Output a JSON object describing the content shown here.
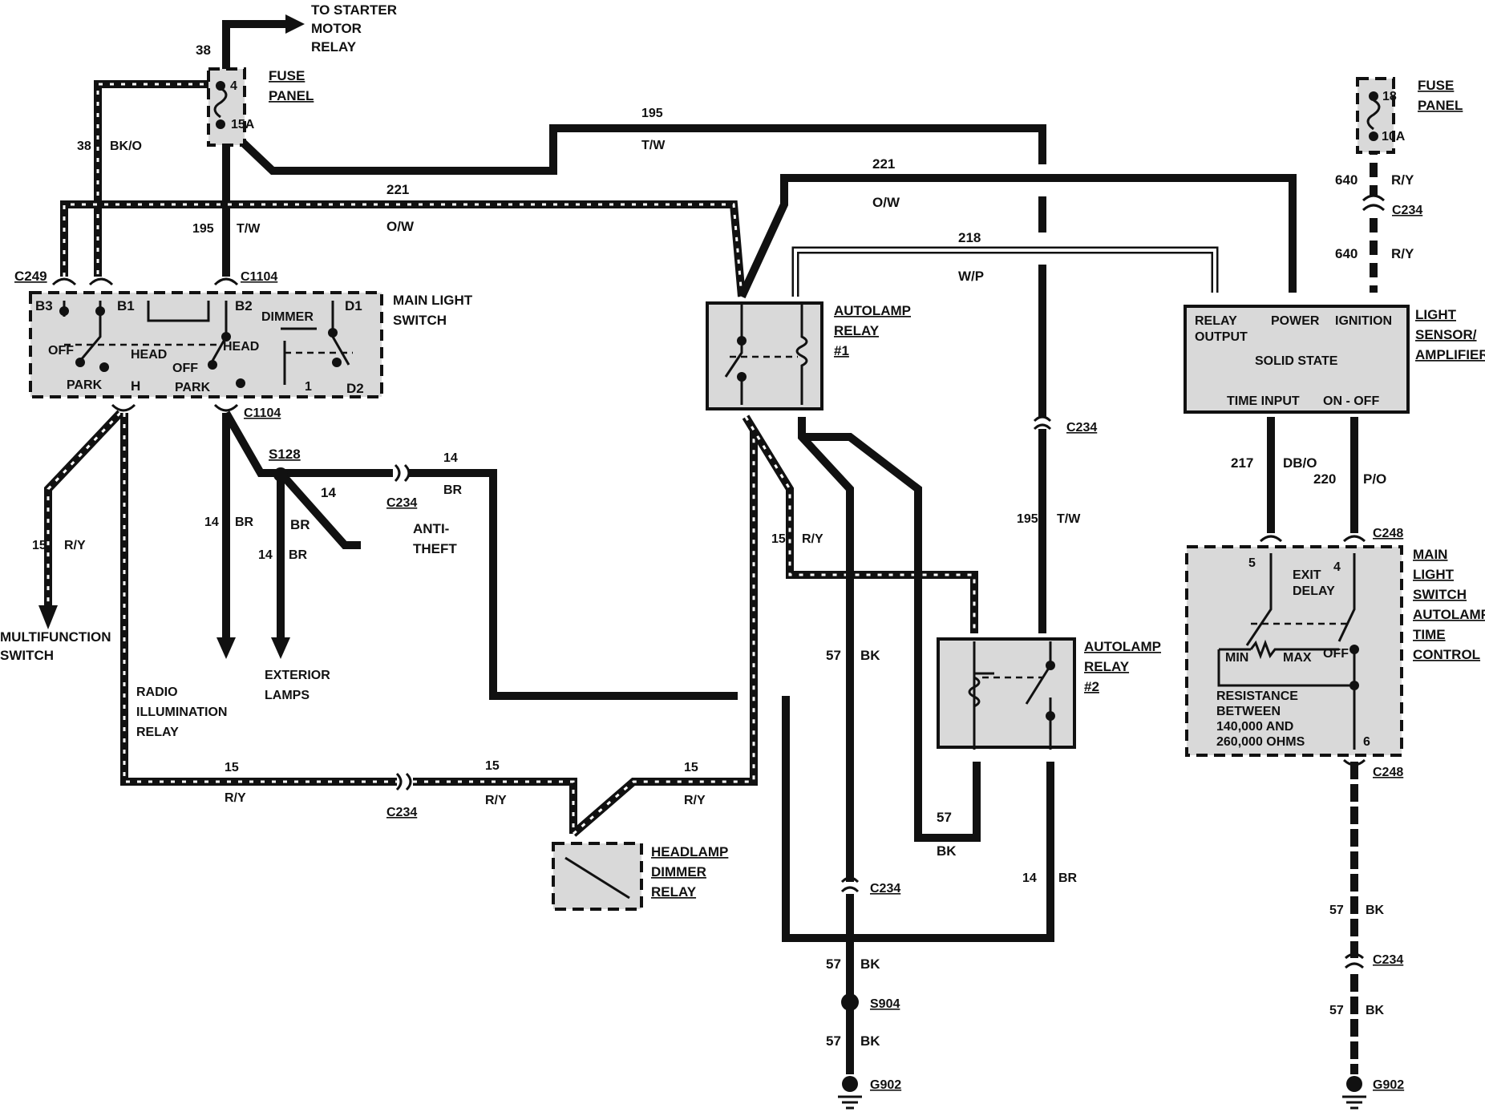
{
  "labels": {
    "to_starter": [
      "TO STARTER",
      "MOTOR",
      "RELAY"
    ],
    "fuse_panel_left": [
      "FUSE",
      "PANEL"
    ],
    "fuse_panel_right": [
      "FUSE",
      "PANEL"
    ],
    "fuse_left_cavity": "4",
    "fuse_left_rating": "15A",
    "fuse_right_cavity": "18",
    "fuse_right_rating": "10A",
    "main_light_switch": [
      "MAIN LIGHT",
      "SWITCH"
    ],
    "autolamp_relay_1": [
      "AUTOLAMP",
      "RELAY",
      "#1"
    ],
    "autolamp_relay_2": [
      "AUTOLAMP",
      "RELAY",
      "#2"
    ],
    "light_sensor": [
      "LIGHT",
      "SENSOR/",
      "AMPLIFIER"
    ],
    "sensor_pins": {
      "relay_output": [
        "RELAY",
        "OUTPUT"
      ],
      "power": "POWER",
      "ignition": "IGNITION",
      "solid_state": "SOLID STATE",
      "time_input": "TIME INPUT",
      "on_off": "ON - OFF"
    },
    "time_control": [
      "MAIN",
      "LIGHT",
      "SWITCH",
      "AUTOLAMP",
      "TIME",
      "CONTROL"
    ],
    "time_control_inner": {
      "exit_delay": [
        "EXIT",
        "DELAY"
      ],
      "min": "MIN",
      "max": "MAX",
      "off": "OFF",
      "resistance": [
        "RESISTANCE",
        "BETWEEN",
        "140,000 AND",
        "260,000 OHMS"
      ],
      "pin5": "5",
      "pin4": "4",
      "pin6": "6"
    },
    "headlamp_dimmer": [
      "HEADLAMP",
      "DIMMER",
      "RELAY"
    ],
    "multifunction": [
      "MULTIFUNCTION",
      "SWITCH"
    ],
    "radio_illum": [
      "RADIO",
      "ILLUMINATION",
      "RELAY"
    ],
    "exterior_lamps": [
      "EXTERIOR",
      "LAMPS"
    ],
    "anti_theft": [
      "ANTI-",
      "THEFT"
    ],
    "switch_terms": {
      "b3": "B3",
      "b1": "B1",
      "b2": "B2",
      "d1": "D1",
      "d2": "D2",
      "dimmer": "DIMMER",
      "off1": "OFF",
      "head1": "HEAD",
      "park1": "PARK",
      "h": "H",
      "off2": "OFF",
      "head2": "HEAD",
      "park2": "PARK",
      "one": "1"
    }
  },
  "connectors": {
    "c249": "C249",
    "c1104a": "C1104",
    "c1104b": "C1104",
    "c234_a": "C234",
    "c234_b": "C234",
    "c234_c": "C234",
    "c234_d": "C234",
    "c234_e": "C234",
    "c234_f": "C234",
    "c248_a": "C248",
    "c248_b": "C248",
    "s128": "S128",
    "s904": "S904",
    "g902_a": "G902",
    "g902_b": "G902"
  },
  "wires": {
    "w38_top": "38",
    "w38_side": "38",
    "w38_color": "BK/O",
    "w195_top": "195",
    "w195_color_top": "T/W",
    "w195_left": "195",
    "w195_color_left": "T/W",
    "w221_left": "221",
    "w221_color_left": "O/W",
    "w221_right": "221",
    "w221_color_right": "O/W",
    "w218": "218",
    "w218_color": "W/P",
    "w640_a": "640",
    "w640_a_color": "R/Y",
    "w640_b": "640",
    "w640_b_color": "R/Y",
    "w217": "217",
    "w217_color": "DB/O",
    "w220": "220",
    "w220_color": "P/O",
    "w15_mf": "15",
    "w15_mf_color": "R/Y",
    "w14_a": "14",
    "w14_a_color": "BR",
    "w14_b": "14",
    "w14_b_color": "BR",
    "w14_c": "14",
    "w14_c_color": "BR",
    "w14_d": "14",
    "w14_d_color": "BR",
    "w15_r1": "15",
    "w15_r1_color": "R/Y",
    "w15_b1": "15",
    "w15_b1_color": "R/Y",
    "w15_b2": "15",
    "w15_b2_color": "R/Y",
    "w15_b3": "15",
    "w15_b3_color": "R/Y",
    "w57_a": "57",
    "w57_a_color": "BK",
    "w57_b": "57",
    "w57_b_color": "BK",
    "w57_c": "57",
    "w57_c_color": "BK",
    "w57_r2": "57",
    "w57_r2_color": "BK",
    "w195_mid": "195",
    "w195_mid_color": "T/W",
    "w14_r2": "14",
    "w14_r2_color": "BR",
    "w57_right_a": "57",
    "w57_right_a_color": "BK",
    "w57_right_b": "57",
    "w57_right_b_color": "BK"
  }
}
